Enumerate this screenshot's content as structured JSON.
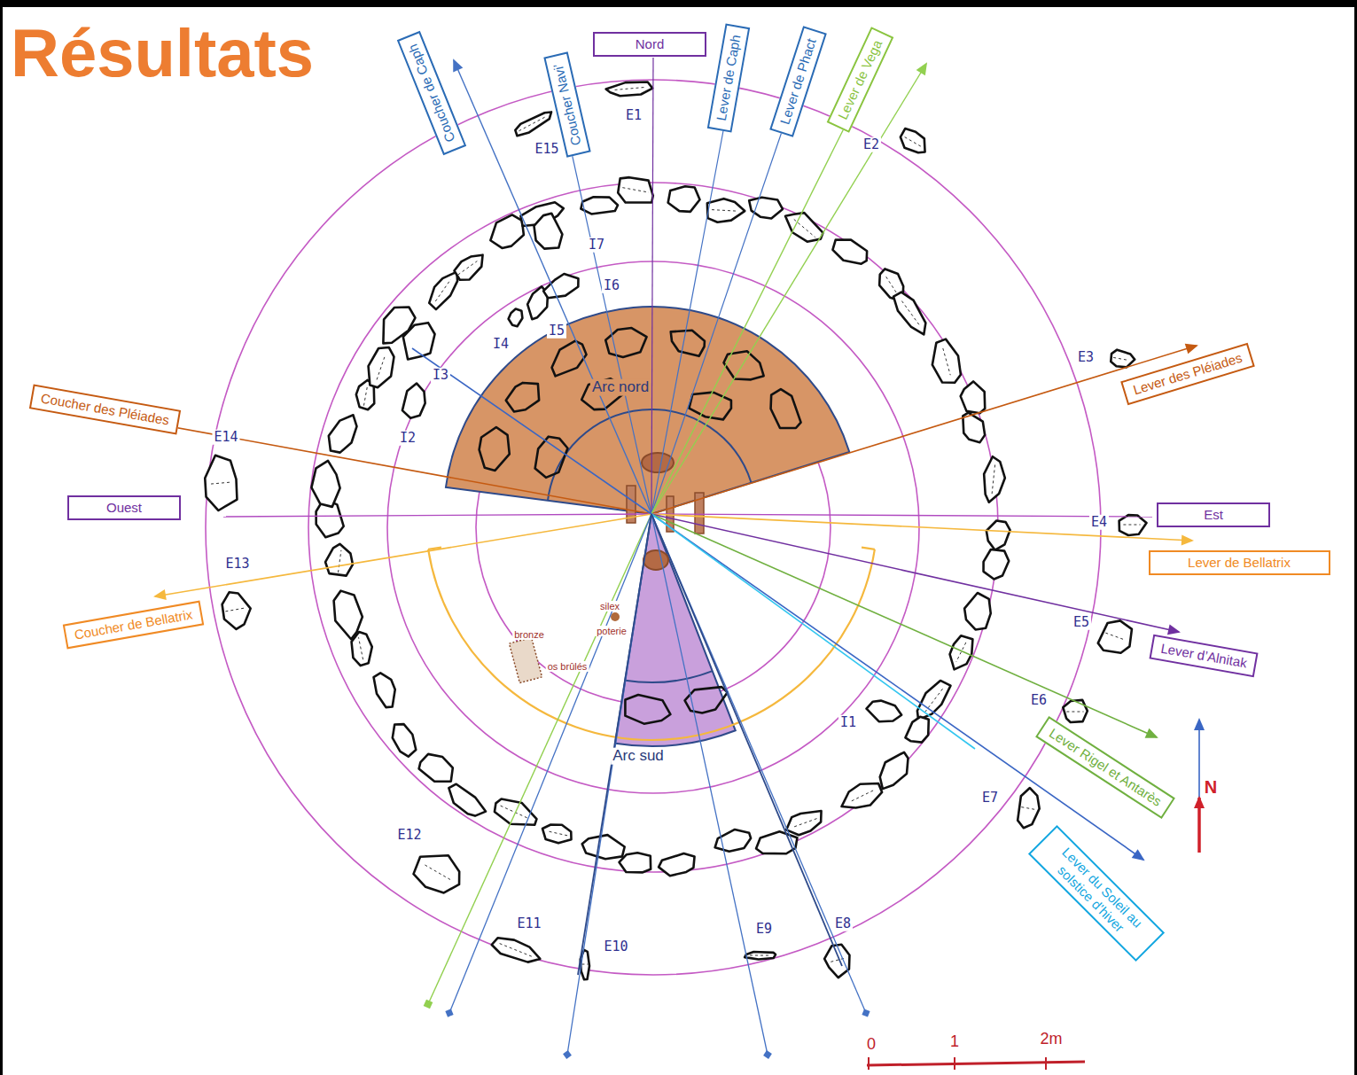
{
  "diagram": {
    "title": "Résultats",
    "nodes": [
      {
        "text": [
          "Coucher de Caph"
        ]
      },
      {
        "text": [
          "Coucher Navi’"
        ]
      },
      {
        "text": [
          "Nord"
        ]
      },
      {
        "text": [
          "Lever de Caph"
        ]
      },
      {
        "text": [
          "Lever de Phact"
        ]
      },
      {
        "text": [
          "Lever de Vega"
        ]
      },
      {
        "text": [
          "Lever des Pléiades"
        ]
      },
      {
        "text": [
          "Coucher des Pléiades"
        ]
      },
      {
        "text": [
          "Ouest"
        ]
      },
      {
        "text": [
          "Est"
        ]
      },
      {
        "text": [
          "Lever de Bellatrix"
        ]
      },
      {
        "text": [
          "Coucher de Bellatrix"
        ]
      },
      {
        "text": [
          "Lever d’Alnitak"
        ]
      },
      {
        "text": [
          "Lever Rigel et Antarès"
        ]
      },
      {
        "text": [
          "Lever du Soleil au solstice d’hiver"
        ]
      }
    ],
    "labels": [
      "E1",
      "E2",
      "E3",
      "E4",
      "E5",
      "E6",
      "E7",
      "E8",
      "E9",
      "E10",
      "E11",
      "E12",
      "E13",
      "E14",
      "E15",
      "I1",
      "I2",
      "I3",
      "I4",
      "I5",
      "I6",
      "I7",
      "Arc nord",
      "Arc sud",
      "silex",
      "poterie",
      "bronze",
      "os brûlés",
      "N",
      "0",
      "1",
      "2m"
    ]
  }
}
